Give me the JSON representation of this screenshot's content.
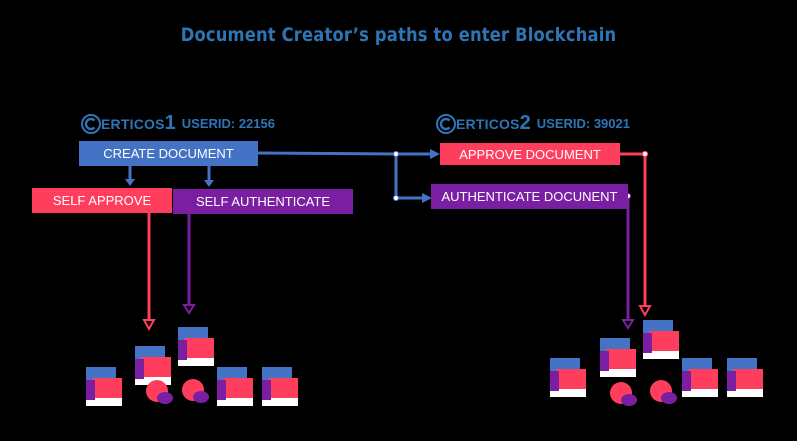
{
  "title": "Document Creator’s paths to enter Blockchain",
  "user1": {
    "brand": "ERTICOS",
    "num": "1",
    "userid": "USERID: 22156"
  },
  "user2": {
    "brand": "ERTICOS",
    "num": "2",
    "userid": "USERID: 39021"
  },
  "boxes": {
    "create_document": "CREATE DOCUMENT",
    "self_approve": "SELF APPROVE",
    "self_authenticate": "SELF AUTHENTICATE",
    "approve_document": "APPROVE DOCUMENT",
    "authenticate_document": "AUTHENTICATE DOCUNENT"
  },
  "colors": {
    "title": "#2e75b6",
    "blue": "#4472c4",
    "red": "#ff3e5e",
    "purple": "#7b1fa2",
    "background": "#000000"
  },
  "icons": [
    "certicos-logo-icon",
    "document-stack-icon",
    "blockchain-block-icon"
  ]
}
